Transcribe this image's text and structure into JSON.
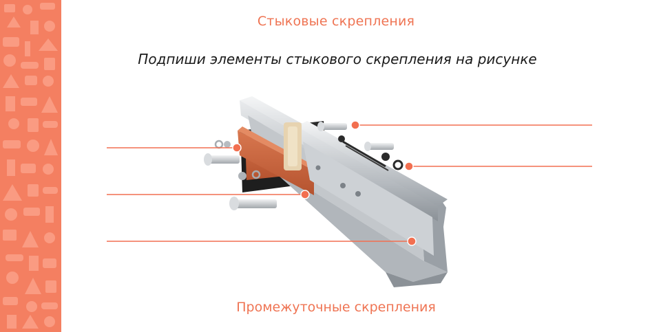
{
  "header": {
    "title": "Стыковые скрепления"
  },
  "task": {
    "text": "Подпиши элементы стыкового скрепления на рисунке"
  },
  "footer": {
    "link_label": "Промежуточные скрепления"
  },
  "theme": {
    "accent": "#f47f61",
    "heading_color": "#ef7453",
    "label_line_color": "#f26f50"
  },
  "illustration": {
    "subject": "rail-joint-assembly",
    "parts": [
      "rail",
      "joint-bar",
      "bolt",
      "nut",
      "washer",
      "insulating-insert"
    ],
    "label_slots": [
      {
        "id": "label-1",
        "answer": ""
      },
      {
        "id": "label-2",
        "answer": ""
      },
      {
        "id": "label-3",
        "answer": ""
      },
      {
        "id": "label-4",
        "answer": ""
      },
      {
        "id": "label-5",
        "answer": ""
      }
    ]
  }
}
